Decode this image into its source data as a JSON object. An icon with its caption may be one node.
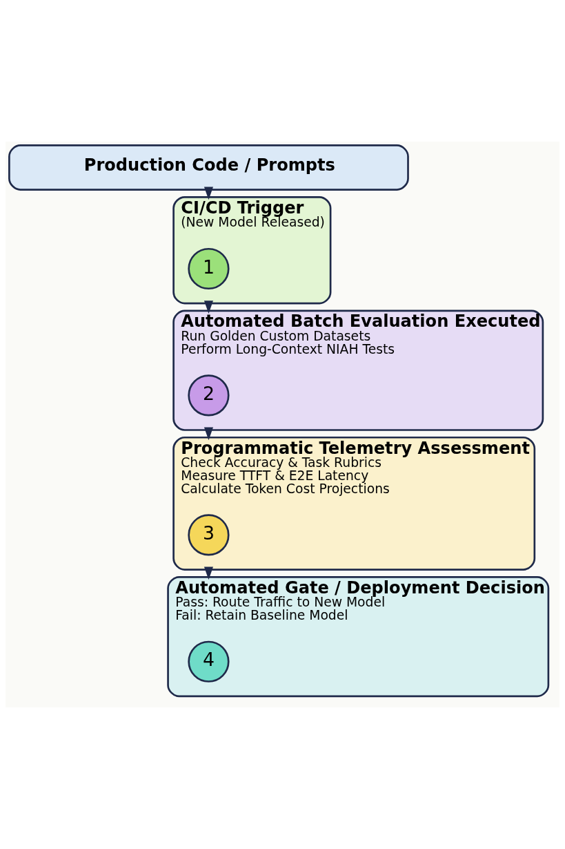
{
  "diagram": {
    "nodes": [
      {
        "text": [
          "Production Code / Prompts"
        ]
      },
      {
        "text": [
          "CI/CD Trigger",
          "(New Model Released)"
        ]
      },
      {
        "text": [
          "1"
        ],
        "in": 1
      },
      {
        "text": [
          "Automated Batch Evaluation Executed",
          "Run Golden Custom Datasets",
          "Perform Long-Context NIAH Tests"
        ]
      },
      {
        "text": [
          "2"
        ],
        "in": 3
      },
      {
        "text": [
          "Programmatic Telemetry Assessment",
          "Check Accuracy & Task Rubrics",
          "Measure TTFT & E2E Latency",
          "Calculate Token Cost Projections"
        ]
      },
      {
        "text": [
          "3"
        ],
        "in": 5
      },
      {
        "text": [
          "Automated Gate / Deployment Decision",
          "Pass: Route Traffic to New Model",
          "Fail: Retain Baseline Model"
        ]
      },
      {
        "text": [
          "4"
        ],
        "in": 7
      }
    ],
    "edges": [
      {
        "from": 0,
        "to": 1,
        "arrow": "to"
      },
      {
        "from": 1,
        "to": 3,
        "arrow": "to"
      },
      {
        "from": 3,
        "to": 5,
        "arrow": "to"
      },
      {
        "from": 5,
        "to": 7,
        "arrow": "to"
      }
    ]
  }
}
